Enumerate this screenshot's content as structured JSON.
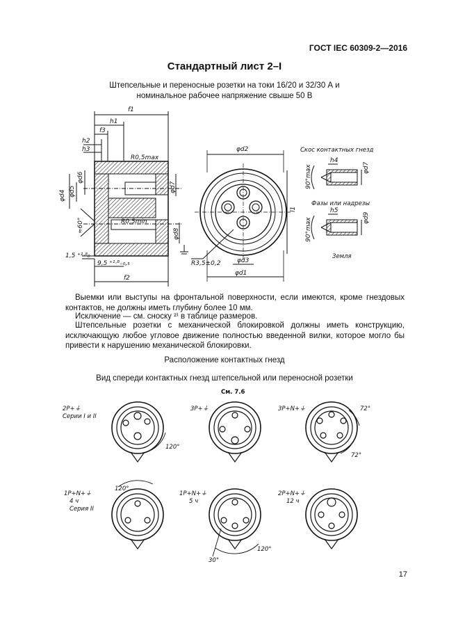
{
  "header": {
    "standard": "ГОСТ IEC 60309-2—2016"
  },
  "title": "Стандартный лист 2–I",
  "subtitle": {
    "line1": "Штепсельные и переносные розетки на токи 16/20 и 32/30 А и",
    "line2": "номинальное рабочее напряжение свыше 50 В"
  },
  "drawing": {
    "dims": {
      "f1": "f1",
      "h1": "h1",
      "f3": "f3",
      "h2": "h2",
      "h3": "h3",
      "r_max": "R0,5max",
      "r_min": "R0,5min",
      "d4": "φd4",
      "d5": "φd5",
      "d6": "φd6",
      "d7": "φd7",
      "d8": "φd8",
      "angle60": "≈60°",
      "tol15": "1,5 ⁺¹·⁸₀",
      "tol95": "9,5 ⁺¹·⁸₋₀,₅",
      "f2": "f2",
      "d2": "φd2",
      "d1": "φd1",
      "d3": "φd3",
      "l1": "l1",
      "r35": "R3,5±0,2"
    },
    "notes": {
      "bevel": "Скос контактных гнезд",
      "bevel_or_chamfer": "Фазы или надрезы",
      "earth": "Земля",
      "max90": "90°max",
      "h4": "h4",
      "d7b": "φd7",
      "h5": "h5",
      "d9": "φd9"
    }
  },
  "paragraphs": {
    "p1": "Выемки или выступы на фронтальной поверхности, если имеются, кроме гнездовых контактов, не должны иметь глубину более 10 мм.",
    "p2": "Исключение — см. сноску ²⁾ в таблице размеров.",
    "p3": "Штепсельные розетки с механической блокировкой должны иметь конструкцию, исключающую любое угловое движение полностью введенной вилки, которое могло бы привести к нарушению механической блокировки."
  },
  "sections": {
    "layout": "Расположение контактных гнезд",
    "front_view": "Вид спереди контактных гнезд штепсельной или переносной розетки",
    "see": "См. 7.6"
  },
  "contacts": [
    {
      "label": "2P+⏚",
      "sub": "Серии I и II",
      "angle": "120°"
    },
    {
      "label": "3P+⏚",
      "sub": "",
      "angle": ""
    },
    {
      "label": "3P+N+⏚",
      "sub": "",
      "angle": "72°",
      "angle2": "72°"
    },
    {
      "label": "1P+N+⏚",
      "sub": "4 ч",
      "sub2": "Серия II",
      "angle": "120°"
    },
    {
      "label": "1P+N+⏚",
      "sub": "5 ч",
      "angle": "120°",
      "angle2": "30°"
    },
    {
      "label": "2P+N+⏚",
      "sub": "12 ч",
      "angle": ""
    }
  ],
  "page_number": "17"
}
